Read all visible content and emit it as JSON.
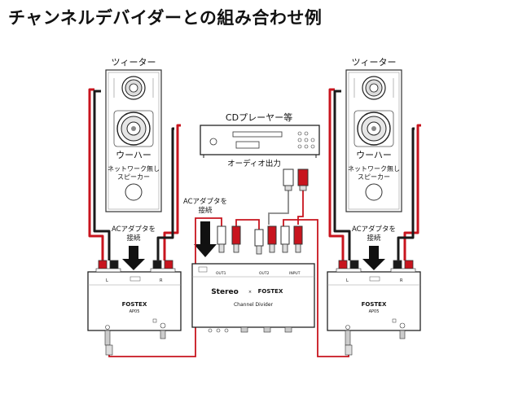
{
  "title": "チャンネルデバイダーとの組み合わせ例",
  "left_speaker": {
    "tweeter_label": "ツィーター",
    "woofer_label": "ウーハー",
    "model_line1": "ネットワーク無し",
    "model_line2": "スピーカー"
  },
  "right_speaker": {
    "tweeter_label": "ツィーター",
    "woofer_label": "ウーハー",
    "model_line1": "ネットワーク無し",
    "model_line2": "スピーカー"
  },
  "cd_player": {
    "label": "CDプレーヤー等",
    "output_label": "オーディオ出力"
  },
  "ac_adapter_left": {
    "line1": "ACアダプタを",
    "line2": "接続"
  },
  "ac_adapter_center": {
    "line1": "ACアダプタを",
    "line2": "接続"
  },
  "ac_adapter_right": {
    "line1": "ACアダプタを",
    "line2": "接続"
  },
  "amp_left": {
    "brand": "FOSTEX",
    "model": "AP05",
    "l_label": "L",
    "r_label": "R"
  },
  "amp_right": {
    "brand": "FOSTEX",
    "model": "AP05",
    "l_label": "L",
    "r_label": "R"
  },
  "divider": {
    "brand_stereo": "Stereo",
    "brand_x": "×",
    "brand_fostex": "FOSTEX",
    "name": "Channel Divider",
    "out1_label": "OUT1",
    "out2_label": "OUT2",
    "input_label": "INPUT"
  },
  "colors": {
    "red_cable": "#c8141e",
    "black_cable": "#1a1a1a",
    "outline": "#333333"
  }
}
